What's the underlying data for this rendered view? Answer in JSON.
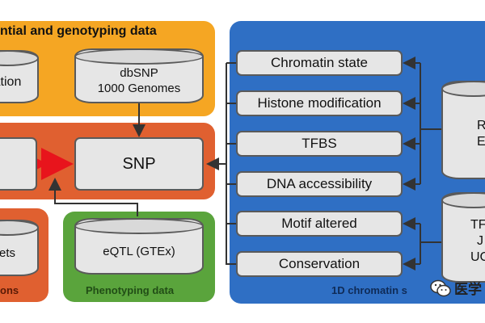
{
  "panels": {
    "top_left_title": "ntial and genotyping data",
    "phenotyping_title": "Phenotyping data",
    "bottom_left_fragment": "ons",
    "chromatin_title": "1D chromatin s"
  },
  "nodes": {
    "left_cyl_fragment": "ation",
    "dbsnp_line1": "dbSNP",
    "dbsnp_line2": "1000 Genomes",
    "snp": "SNP",
    "sets_fragment": "ets",
    "eqtl": "eQTL (GTEx)",
    "right_top_cyl_line1": "R",
    "right_top_cyl_line2": "E",
    "right_bottom_cyl_line1": "TF",
    "right_bottom_cyl_line2": "J",
    "right_bottom_cyl_line3": "UC"
  },
  "annotations": [
    "Chromatin state",
    "Histone modification",
    "TFBS",
    "DNA accessibility",
    "Motif altered",
    "Conservation"
  ],
  "watermark": {
    "text": "医学",
    "icon": "wechat-icon"
  },
  "colors": {
    "orange_panel": "#f5a623",
    "red_panel": "#e06030",
    "green_panel": "#5aa43c",
    "blue_panel": "#2f6fc4",
    "box_fill": "#e6e6e6",
    "double_arrow": "#e8141c"
  }
}
